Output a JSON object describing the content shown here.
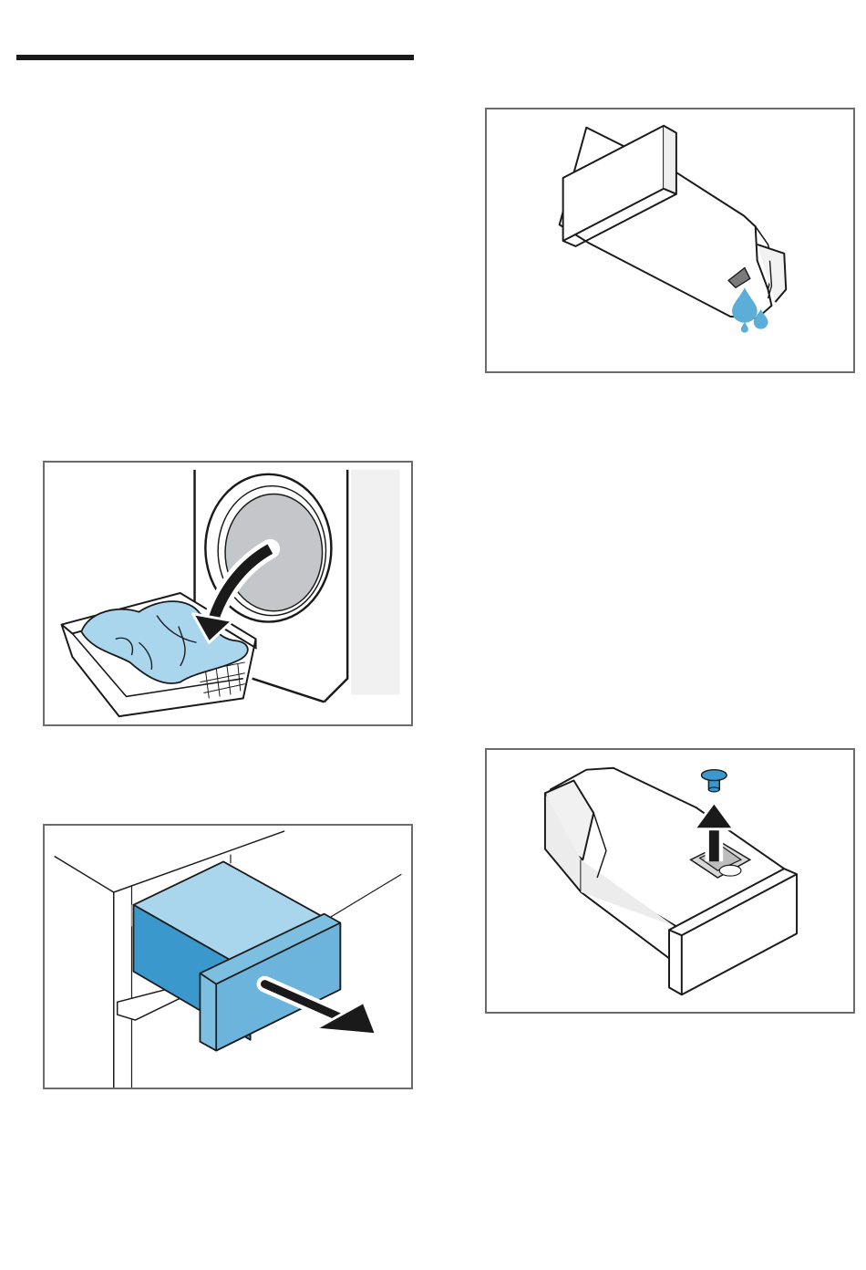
{
  "page": {
    "illustrations": [
      {
        "id": "water-tank-draining",
        "icon": "water-drops-icon"
      },
      {
        "id": "laundry-unloading",
        "icon": "curved-arrow-icon"
      },
      {
        "id": "water-tank-removal",
        "icon": "pull-arrow-icon"
      },
      {
        "id": "tank-cap-removal",
        "icon": "up-arrow-icon"
      }
    ]
  },
  "colors": {
    "frame": "#6b6b6b",
    "line": "#1a1a1a",
    "accent_blue": "#3a98cc",
    "light_blue": "#a9d6ec",
    "water": "#5aaed8",
    "drum_grey": "#c4c6c9"
  }
}
